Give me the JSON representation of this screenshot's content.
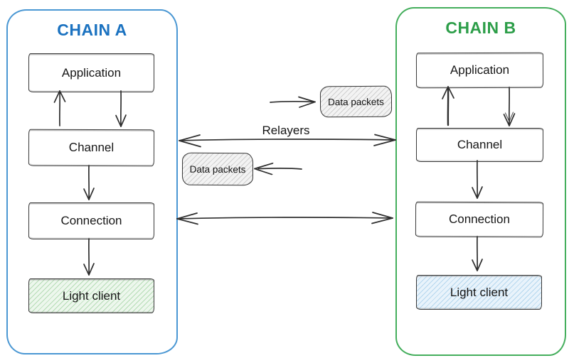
{
  "chain_a": {
    "title": "CHAIN A",
    "boxes": [
      {
        "label": "Application"
      },
      {
        "label": "Channel"
      },
      {
        "label": "Connection"
      },
      {
        "label": "Light client"
      }
    ]
  },
  "chain_b": {
    "title": "CHAIN B",
    "boxes": [
      {
        "label": "Application"
      },
      {
        "label": "Channel"
      },
      {
        "label": "Connection"
      },
      {
        "label": "Light client"
      }
    ]
  },
  "middle": {
    "relayers_label": "Relayers",
    "data_packets_top": {
      "label": "Data packets"
    },
    "data_packets_bottom": {
      "label": "Data packets"
    }
  },
  "colors": {
    "background": "#ffffff",
    "ink": "#2e2e2e",
    "chain_a_border": "#4a97d3",
    "chain_a_title": "#1b72c0",
    "chain_b_border": "#44ae5c",
    "chain_b_title": "#2d9e49",
    "light_client_a_fill": "#edf7ed",
    "light_client_a_hatch": "#b5dcb5",
    "light_client_b_fill": "#e9f3fb",
    "light_client_b_hatch": "#b4d7ee",
    "data_packets_fill": "#f3f3f3",
    "data_packets_hatch": "#cfcfcf"
  }
}
